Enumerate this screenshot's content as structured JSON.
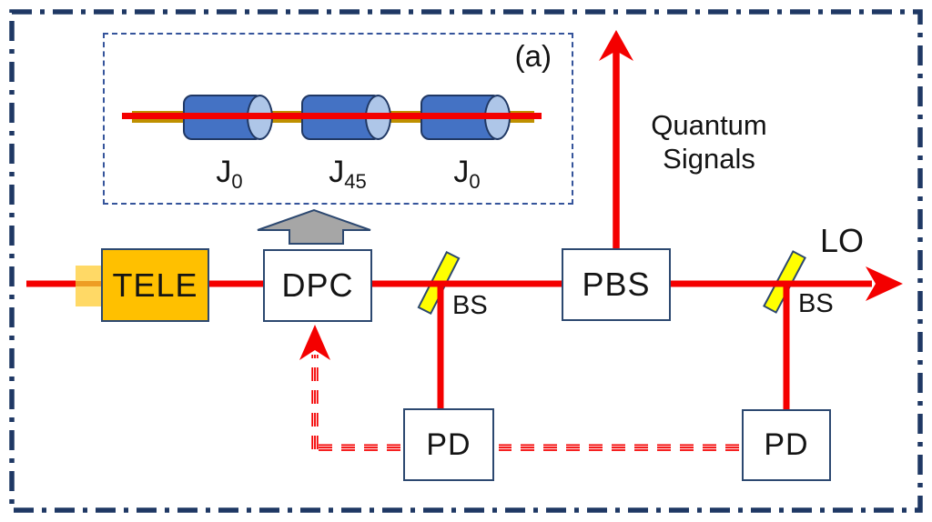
{
  "inset": {
    "tag": "(a)",
    "jones": [
      {
        "base": "J",
        "sub": "0"
      },
      {
        "base": "J",
        "sub": "45"
      },
      {
        "base": "J",
        "sub": "0"
      }
    ]
  },
  "components": {
    "tele": "TELE",
    "dpc": "DPC",
    "pbs": "PBS",
    "pd_left": "PD",
    "pd_right": "PD"
  },
  "labels": {
    "bs_left": "BS",
    "bs_right": "BS",
    "lo": "LO",
    "quantum_line1": "Quantum",
    "quantum_line2": "Signals"
  },
  "icons": {
    "quantum_signal_arrow": "up-arrow",
    "lo_arrow": "right-arrow",
    "feedback_arrow": "up-arrow-dashed",
    "block_arrow": "up-block-arrow"
  },
  "colors": {
    "beam_red": "#f40000",
    "fiber_olive": "#bf9000",
    "frame_navy": "#1f3864",
    "box_border": "#2c4870",
    "inset_border": "#35549b",
    "tele_fill": "#ffc000",
    "pigtail_fill": "#ffd966",
    "pigtail_beam": "#ee9d23",
    "bs_fill": "#ffff00",
    "cylinder_fill": "#4472c4",
    "cylinder_end": "#aec6e8",
    "cylinder_border": "#203864",
    "gray_arrow": "#a6a6a6"
  }
}
